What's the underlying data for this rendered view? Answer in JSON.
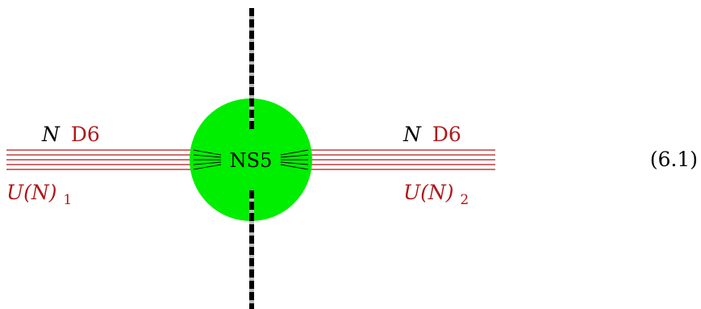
{
  "colors": {
    "d6_lines": "#b01818",
    "ns5_fill": "#00ee00",
    "ns5_lines": "#000000",
    "dashed_line_dark": "#000000",
    "dashed_line_light": "#bbbbbb",
    "label_black": "#000000",
    "label_red": "#b01818"
  },
  "left_brane": {
    "count_symbol": "N",
    "name": "D6",
    "group": "U(N)",
    "group_subscript": "1"
  },
  "right_brane": {
    "count_symbol": "N",
    "name": "D6",
    "group": "U(N)",
    "group_subscript": "2"
  },
  "center_brane": {
    "name": "NS5"
  },
  "equation_number": "(6.1)"
}
